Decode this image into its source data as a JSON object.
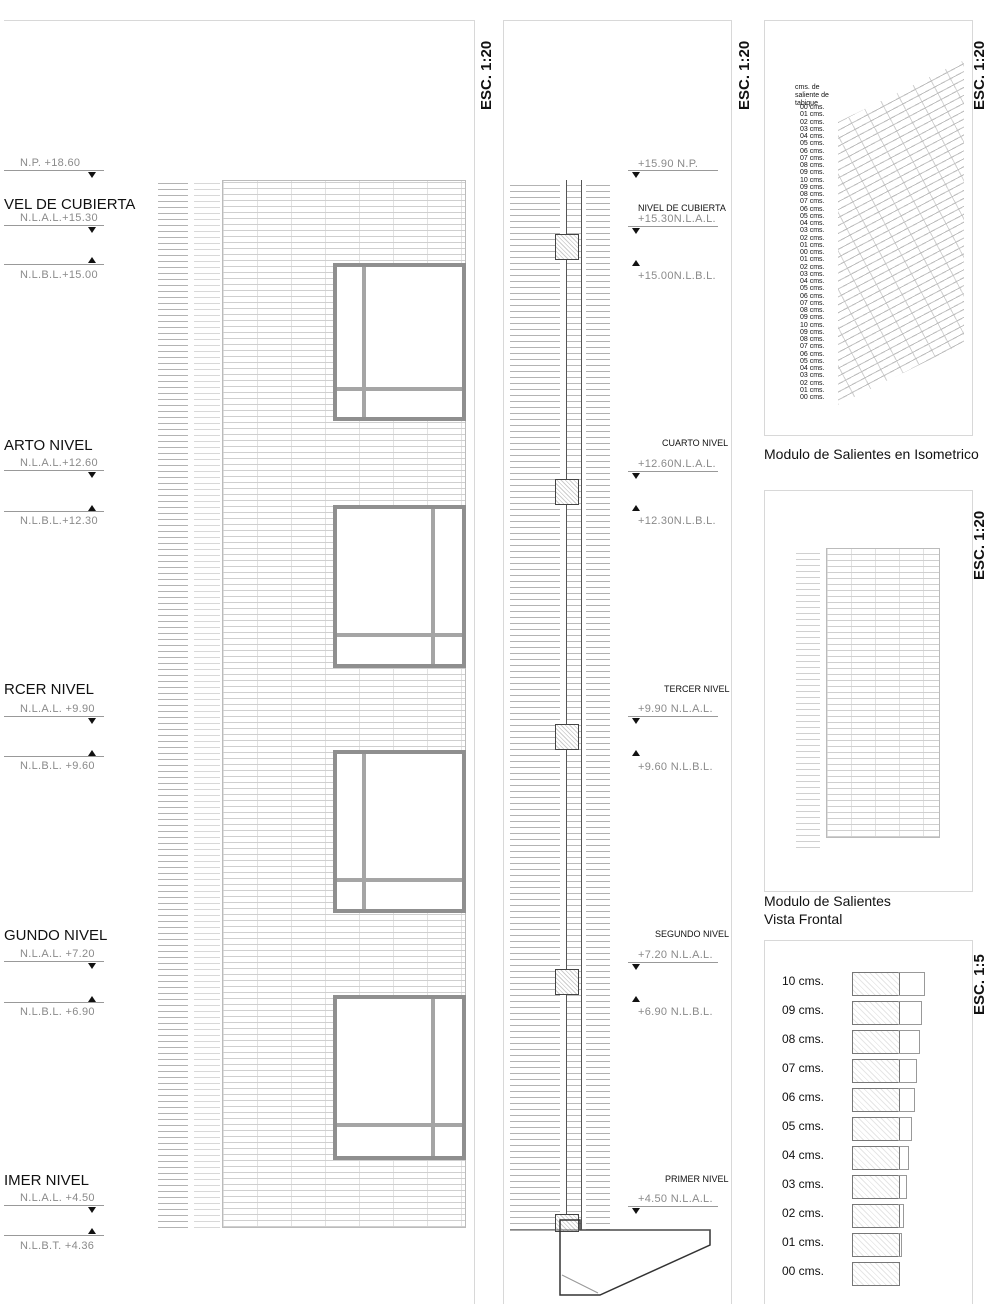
{
  "scales": {
    "elevation": "ESC. 1:20",
    "section": "ESC. 1:20",
    "isometric": "ESC. 1:20",
    "front": "ESC. 1:20",
    "profiles": "ESC. 1:5"
  },
  "left_levels": [
    {
      "np": "N.P.   +18.60"
    },
    {
      "name": "VEL DE CUBIERTA",
      "nal": "N.L.A.L.+15.30",
      "nbl": "N.L.B.L.+15.00"
    },
    {
      "name": "ARTO NIVEL",
      "nal": "N.L.A.L.+12.60",
      "nbl": "N.L.B.L.+12.30"
    },
    {
      "name": "RCER NIVEL",
      "nal": "N.L.A.L. +9.90",
      "nbl": "N.L.B.L. +9.60"
    },
    {
      "name": "GUNDO NIVEL",
      "nal": "N.L.A.L. +7.20",
      "nbl": "N.L.B.L. +6.90"
    },
    {
      "name": "IMER NIVEL",
      "nal": "N.L.A.L. +4.50",
      "nbl": "N.L.B.T. +4.36"
    }
  ],
  "section_levels": [
    {
      "top": "+15.90   N.P."
    },
    {
      "name": "NIVEL DE CUBIERTA",
      "nal": "+15.30N.L.A.L.",
      "nbl": "+15.00N.L.B.L."
    },
    {
      "name": "CUARTO NIVEL",
      "nal": "+12.60N.L.A.L.",
      "nbl": "+12.30N.L.B.L."
    },
    {
      "name": "TERCER NIVEL",
      "nal": "+9.90 N.L.A.L.",
      "nbl": "+9.60 N.L.B.L."
    },
    {
      "name": "SEGUNDO NIVEL",
      "nal": "+7.20 N.L.A.L.",
      "nbl": "+6.90 N.L.B.L."
    },
    {
      "name": "PRIMER NIVEL",
      "nal": "+4.50 N.L.A.L."
    }
  ],
  "iso": {
    "heading": "cms. de saliente de tabique",
    "items": [
      "00 cms.",
      "01 cms.",
      "02 cms.",
      "03 cms.",
      "04 cms.",
      "05 cms.",
      "06 cms.",
      "07 cms.",
      "08 cms.",
      "09 cms.",
      "10 cms.",
      "09 cms.",
      "08 cms.",
      "07 cms.",
      "06 cms.",
      "05 cms.",
      "04 cms.",
      "03 cms.",
      "02 cms.",
      "01 cms.",
      "00 cms.",
      "01 cms.",
      "02 cms.",
      "03 cms.",
      "04 cms.",
      "05 cms.",
      "06 cms.",
      "07 cms.",
      "08 cms.",
      "09 cms.",
      "10 cms.",
      "09 cms.",
      "08 cms.",
      "07 cms.",
      "06 cms.",
      "05 cms.",
      "04 cms.",
      "03 cms.",
      "02 cms.",
      "01 cms.",
      "00 cms."
    ],
    "caption": "Modulo de Salientes en Isometrico"
  },
  "front": {
    "caption_line1": "Modulo de Salientes",
    "caption_line2": "Vista Frontal"
  },
  "profiles": {
    "items": [
      "10 cms.",
      "09 cms.",
      "08 cms.",
      "07 cms.",
      "06 cms.",
      "05 cms.",
      "04 cms.",
      "03 cms.",
      "02 cms.",
      "01 cms.",
      "00 cms."
    ]
  }
}
